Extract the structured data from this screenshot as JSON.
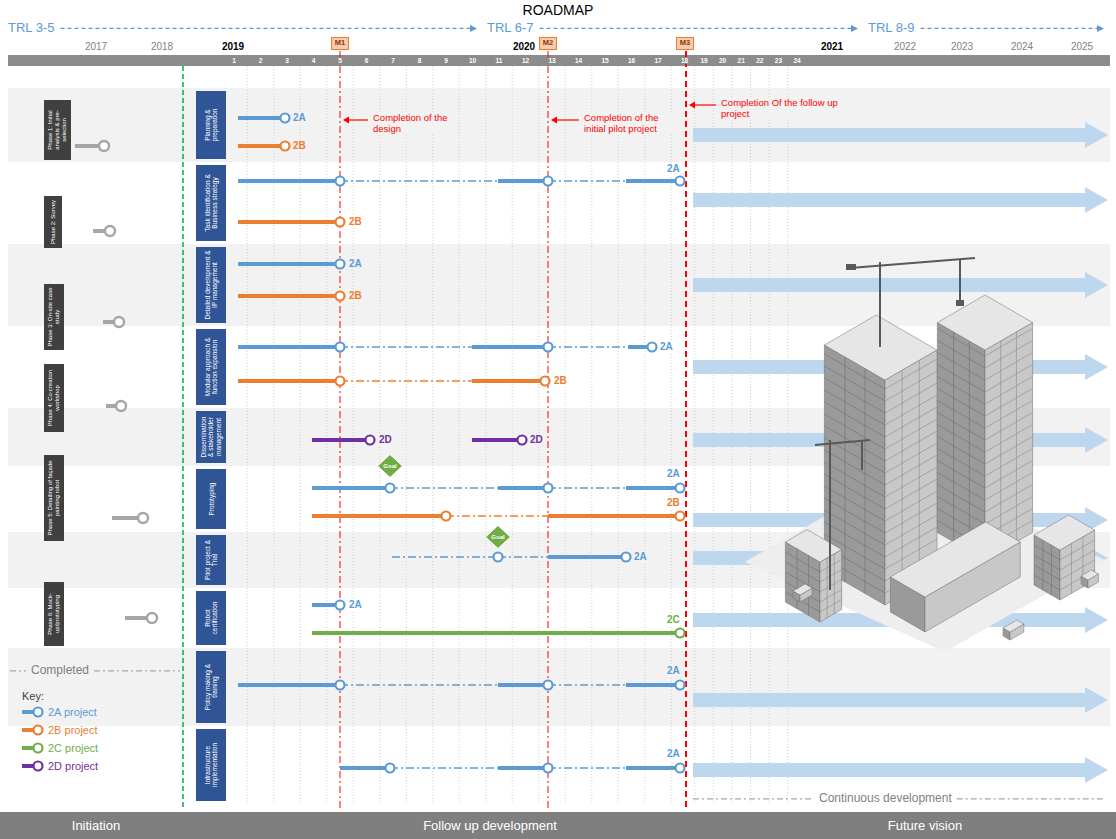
{
  "diagram": {
    "title": "ROADMAP",
    "nodes": [
      {
        "text": [
          "M1"
        ]
      },
      {
        "text": [
          "M2"
        ]
      },
      {
        "text": [
          "M3"
        ]
      },
      {
        "text": [
          "Phase 1: Initial analysis & pre-selection"
        ]
      },
      {
        "text": [
          "Phase 2: Survey"
        ]
      },
      {
        "text": [
          "Phase 3: On-site case study"
        ]
      },
      {
        "text": [
          "Phase 4: Co-creation workshop"
        ]
      },
      {
        "text": [
          "Phase 5: Detailing of façade painting robot"
        ]
      },
      {
        "text": [
          "Phase 6: Mock-up/prototyping"
        ]
      },
      {
        "text": [
          "Planning & preparation"
        ]
      },
      {
        "text": [
          "Task identification & Business strategy"
        ]
      },
      {
        "text": [
          "Detailed development & IP management"
        ]
      },
      {
        "text": [
          "Modular approach & function expansion"
        ]
      },
      {
        "text": [
          "Dissemination & stakeholder management"
        ]
      },
      {
        "text": [
          "Prototyping"
        ]
      },
      {
        "text": [
          "Pilot project & Trial"
        ]
      },
      {
        "text": [
          "Robot certification"
        ]
      },
      {
        "text": [
          "Policy making & training"
        ]
      },
      {
        "text": [
          "Infrastructure implementation"
        ]
      },
      {
        "text": [
          "Goal"
        ]
      },
      {
        "text": [
          "Goal"
        ]
      },
      {
        "text": [
          "Initiation",
          "Follow up development",
          "Future vision"
        ]
      }
    ],
    "labels": [
      "TRL 3-5",
      "TRL 6-7",
      "TRL 8-9",
      "2017",
      "2018",
      "2019",
      "2020",
      "2021",
      "2022",
      "2023",
      "2024",
      "2025",
      "1",
      "2",
      "3",
      "4",
      "5",
      "6",
      "7",
      "8",
      "9",
      "10",
      "11",
      "12",
      "13",
      "14",
      "15",
      "16",
      "17",
      "18",
      "19",
      "20",
      "21",
      "22",
      "23",
      "24",
      "Completion of the design",
      "Completion of the initial pilot project",
      "Completion Of the follow up project",
      "2A",
      "2B",
      "2A",
      "2B",
      "2A",
      "2B",
      "2A",
      "2B",
      "2D",
      "2D",
      "2A",
      "2B",
      "2A",
      "2A",
      "2C",
      "2A",
      "2A",
      "Completed",
      "Key:",
      "Continuous development"
    ],
    "legend": [
      {
        "text": "2A project"
      },
      {
        "text": "2B project"
      },
      {
        "text": "2C project"
      },
      {
        "text": "2D project"
      }
    ]
  }
}
